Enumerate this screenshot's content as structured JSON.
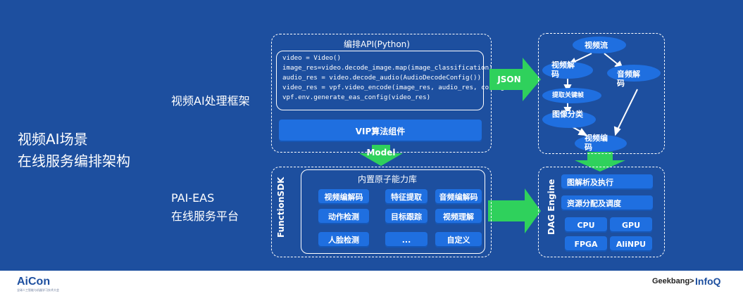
{
  "left_title": [
    "视频AI场景",
    "在线服务编排架构"
  ],
  "framework_label": "视频AI处理框架",
  "platform_label": [
    "PAI-EAS",
    "在线服务平台"
  ],
  "api_panel": {
    "title": "编排API(Python)",
    "code": [
      "video = Video()",
      "image_res=video.decode_image.map(image_classification)",
      "audio_res = video.decode_audio(AudioDecodeConfig())",
      "video_res = vpf.video_encode(image_res, audio_res, config)",
      "vpf.env.generate_eas_config(video_res)"
    ],
    "vip_component": "VIP算法组件"
  },
  "json_arrow_label": "JSON",
  "model_arrow_label": "Model",
  "dag_nodes": [
    "视频流",
    "视频解码",
    "音频解码",
    "提取关键帧",
    "图像分类",
    "视频编码"
  ],
  "atomic_panel": {
    "sdk_label": "FunctionSDK",
    "title": "内置原子能力库",
    "buttons": [
      "视频编解码",
      "特征提取",
      "音频编解码",
      "动作检测",
      "目标跟踪",
      "视频理解",
      "人脸检测",
      "...",
      "自定义"
    ]
  },
  "engine_panel": {
    "label": "DAG Engine",
    "rows": [
      "图解析及执行",
      "资源分配及调度"
    ],
    "hardware": [
      "CPU",
      "GPU",
      "FPGA",
      "AliNPU"
    ]
  },
  "footer": {
    "aicon": "AiCon",
    "aicon_sub": "全球人工智能与机器学习技术大会",
    "geekbang": "Geekbang>",
    "infoq": "InfoQ"
  },
  "colors": {
    "background": "#1d4f9f",
    "accent": "#1f6fe0",
    "arrow": "#2fd15c"
  }
}
